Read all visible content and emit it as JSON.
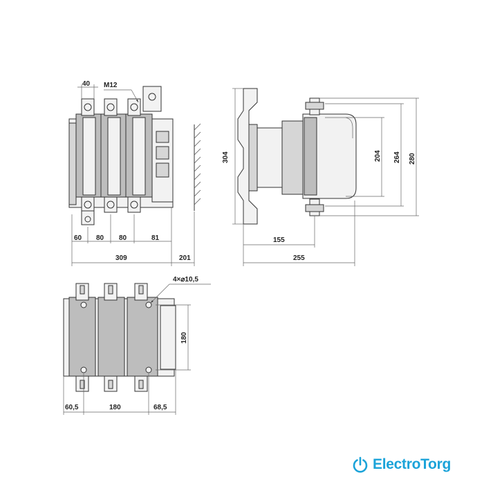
{
  "front_view": {
    "dims": {
      "terminal_width": "40",
      "bolt_size": "M12",
      "d1": "60",
      "d2": "80",
      "d3": "80",
      "d4": "81",
      "overall_width": "309",
      "clearance": "201"
    }
  },
  "side_view": {
    "dims": {
      "height_304": "304",
      "mount_204": "204",
      "mount_264": "264",
      "total_280": "280",
      "depth_155": "155",
      "depth_255": "255"
    }
  },
  "bottom_view": {
    "dims": {
      "holes": "4×⌀10,5",
      "hole_spacing": "180",
      "left_offset": "60,5",
      "center_span": "180",
      "right_offset": "68,5"
    }
  },
  "logo": {
    "text": "ElectroTorg",
    "color": "#1ba3d9"
  }
}
